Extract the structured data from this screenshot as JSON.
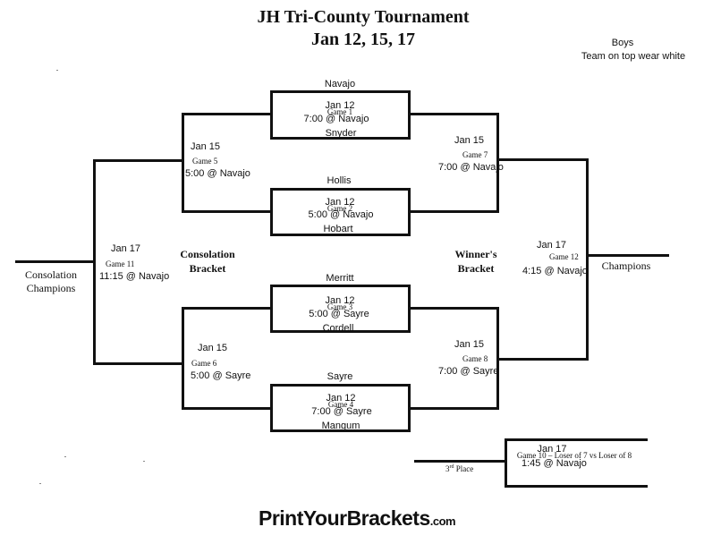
{
  "header": {
    "title": "JH Tri-County Tournament",
    "dates": "Jan 12, 15, 17",
    "division": "Boys",
    "note": "Team on top wear white"
  },
  "round1": [
    {
      "top_team": "Navajo",
      "date": "Jan 12",
      "game": "Game 1",
      "time": "7:00 @ Navajo",
      "bottom_team": "Snyder"
    },
    {
      "top_team": "Hollis",
      "date": "Jan 12",
      "game": "Game 2",
      "time": "5:00 @ Navajo",
      "bottom_team": "Hobart"
    },
    {
      "top_team": "Merritt",
      "date": "Jan 12",
      "game": "Game 3",
      "time": "5:00 @ Sayre",
      "bottom_team": "Cordell"
    },
    {
      "top_team": "Sayre",
      "date": "Jan 12",
      "game": "Game 4",
      "time": "7:00 @ Sayre",
      "bottom_team": "Mangum"
    }
  ],
  "consolation": {
    "game5": {
      "date": "Jan 15",
      "game": "Game 5",
      "time": "5:00 @ Navajo"
    },
    "game6": {
      "date": "Jan 15",
      "game": "Game 6",
      "time": "5:00 @ Sayre"
    },
    "game11": {
      "date": "Jan 17",
      "game": "Game 11",
      "time": "11:15 @ Navajo"
    },
    "label_line1": "Consolation",
    "label_line2": "Bracket",
    "champions_line1": "Consolation",
    "champions_line2": "Champions"
  },
  "winners": {
    "game7": {
      "date": "Jan 15",
      "game": "Game 7",
      "time": "7:00 @ Navajo"
    },
    "game8": {
      "date": "Jan 15",
      "game": "Game 8",
      "time": "7:00 @ Sayre"
    },
    "game12": {
      "date": "Jan 17",
      "game": "Game 12",
      "time": "4:15 @ Navajo"
    },
    "label_line1": "Winner's",
    "label_line2": "Bracket",
    "champions": "Champions"
  },
  "third_place": {
    "date": "Jan 17",
    "game": "Game 10 – Loser of 7 vs Loser of 8",
    "time": "1:45 @ Navajo",
    "label_num": "3",
    "label_sup": "rd",
    "label_rest": " Place"
  },
  "footer": {
    "logo_main": "PrintYourBrackets",
    "logo_suffix": ".com"
  }
}
